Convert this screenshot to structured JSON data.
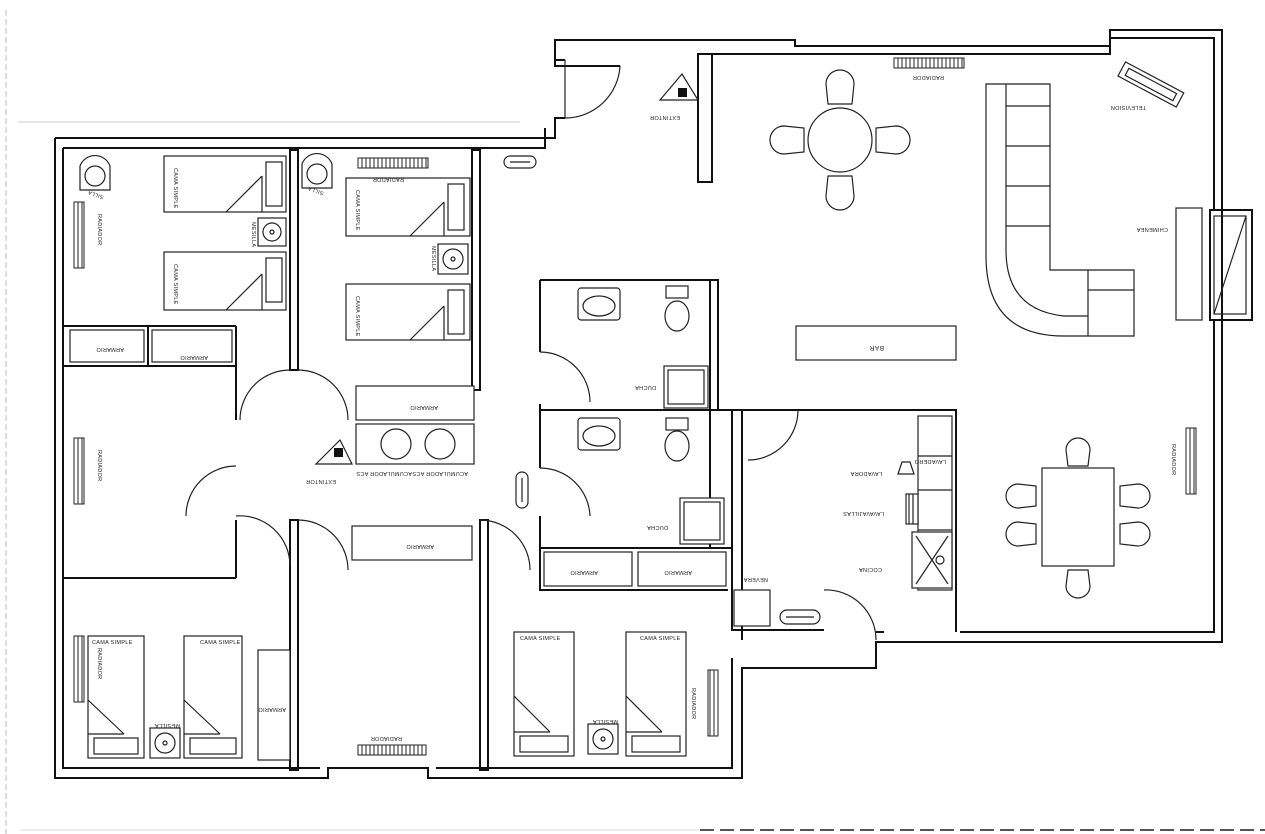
{
  "labels": {
    "radiador": "RADIADOR",
    "cama_simple": "CAMA SIMPLE",
    "mesilla": "MESILLA",
    "silla": "SILLA",
    "armario": "ARMARIO",
    "extintor": "EXTINTOR",
    "ducha": "DUCHA",
    "acumulador_acs": "ACUMULADOR ACS",
    "lavadora": "LAVADORA",
    "lavavajillas": "LAVAVAJILLAS",
    "cocina": "COCINA",
    "nevera": "NEVERA",
    "bar": "BAR",
    "chimenea": "CHIMENEA",
    "television": "TELEVISION",
    "lavadero": "LAVADERO"
  }
}
